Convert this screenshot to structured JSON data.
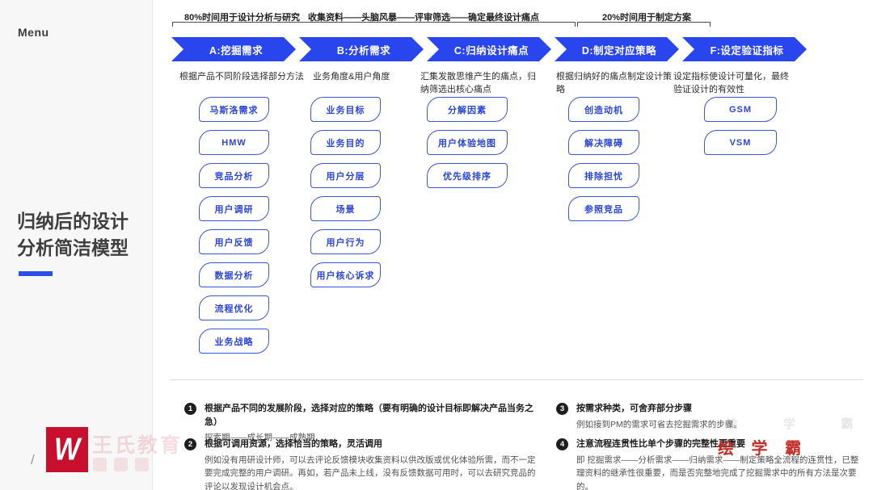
{
  "sidebar": {
    "menu_label": "Menu",
    "title_line1": "归纳后的设计",
    "title_line2": "分析简洁模型",
    "page_slash": "/",
    "logo_letter": "W",
    "brand_text": "王氏教育"
  },
  "header": {
    "left_bracket_label": "80%时间用于设计分析与研究",
    "middle_label": "收集资料——头脑风暴——评审筛选——确定最终设计痛点",
    "right_bracket_label": "20%时间用于制定方案"
  },
  "stages": [
    {
      "label": "A:挖掘需求",
      "subtitle": "根据产品不同阶段选择部分方法",
      "items": [
        "马斯洛需求",
        "HMW",
        "竞品分析",
        "用户调研",
        "用户反馈",
        "数据分析",
        "流程优化",
        "业务战略"
      ]
    },
    {
      "label": "B:分析需求",
      "subtitle": "业务角度&用户角度",
      "items": [
        "业务目标",
        "业务目的",
        "用户分层",
        "场景",
        "用户行为",
        "用户核心诉求"
      ]
    },
    {
      "label": "C:归纳设计痛点",
      "subtitle": "汇集发散思维产生的痛点，归纳筛选出核心痛点",
      "items": [
        "分解因素",
        "用户体验地图",
        "优先级排序"
      ]
    },
    {
      "label": "D:制定对应策略",
      "subtitle": "根据归纳好的痛点制定设计策略",
      "items": [
        "创造动机",
        "解决障碍",
        "排除担忧",
        "参照竞品"
      ]
    },
    {
      "label": "F:设定验证指标",
      "subtitle": "设定指标使设计可量化，最终验证设计的有效性",
      "items": [
        "GSM",
        "VSM"
      ]
    }
  ],
  "notes": [
    {
      "num": "1",
      "title": "根据产品不同的发展阶段，选择对应的策略（要有明确的设计目标即解决产品当务之急）",
      "body": "探索期——成长期——成熟期"
    },
    {
      "num": "2",
      "title": "根据可调用资源，选择恰当的策略，灵活调用",
      "body": "例如没有用研设计师，可以去评论反馈模块收集资料以供改版或优化体验所需，而不一定要完成完整的用户调研。再如，若产品未上线，没有反馈数据可用时，可以去研究竞品的评论以发现设计机会点。"
    },
    {
      "num": "3",
      "title": "按需求种类，可舍弃部分步骤",
      "body": "例如接到PM的需求可省去挖掘需求的步骤。"
    },
    {
      "num": "4",
      "title": "注意流程连贯性比单个步骤的完整性更重要",
      "body": "即 挖掘需求——分析需求——归纳需求——制定策略全流程的连贯性，已整理资料的继承性很重要，而是否完整地完成了挖掘需求中的所有方法是次要的。"
    }
  ],
  "watermark": {
    "text": "绘 学 霸"
  },
  "colors": {
    "accent_blue": "#2946ee",
    "box_border": "#3d55d4",
    "box_text": "#2b46d9",
    "title_underline": "#2b50ea",
    "watermark_red": "#c43029",
    "logo_red": "#c8102e",
    "sidebar_bg": "#f7f7f7"
  }
}
